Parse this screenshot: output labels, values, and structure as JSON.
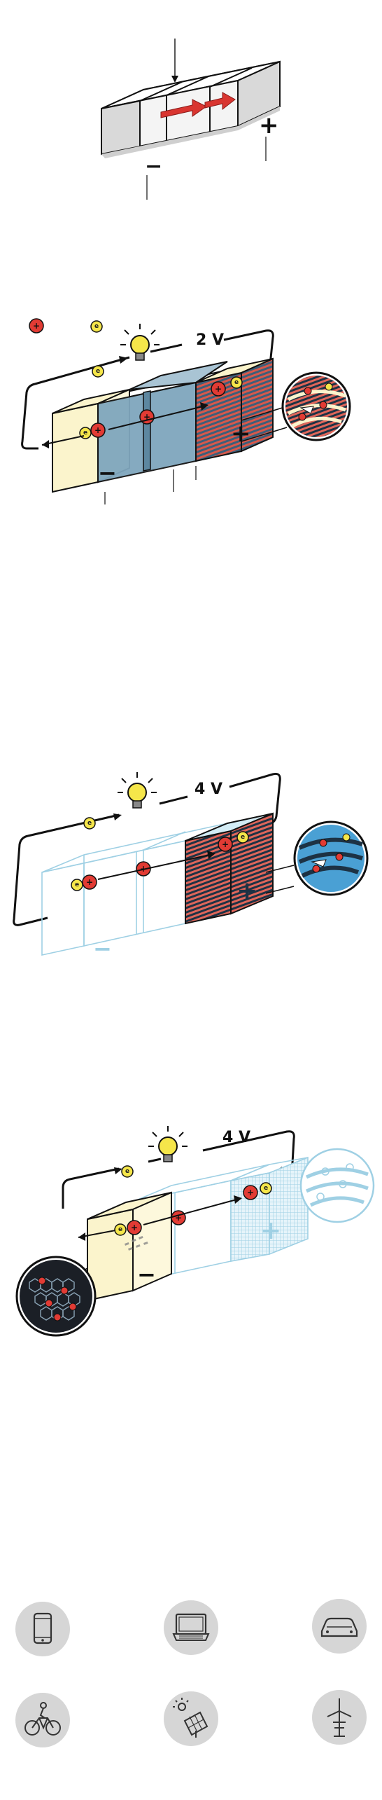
{
  "diagrams": [
    {
      "id": "cell-overview",
      "negative_sign": "−",
      "positive_sign": "+"
    },
    {
      "id": "cell-2v",
      "voltage_label": "2 V",
      "electron_symbol": "e",
      "ion_symbol": "+",
      "negative_sign": "−",
      "positive_sign": "+"
    },
    {
      "id": "cell-4v-a",
      "voltage_label": "4 V",
      "electron_symbol": "e",
      "ion_symbol": "+",
      "negative_sign": "−",
      "positive_sign": "+"
    },
    {
      "id": "cell-4v-b",
      "voltage_label": "4 V",
      "electron_symbol": "e",
      "ion_symbol": "+",
      "negative_sign": "−",
      "positive_sign": "+"
    }
  ],
  "icons": [
    {
      "name": "smartphone-icon"
    },
    {
      "name": "laptop-icon"
    },
    {
      "name": "car-icon"
    },
    {
      "name": "e-bike-icon"
    },
    {
      "name": "solar-panel-icon"
    },
    {
      "name": "wind-turbine-icon"
    }
  ],
  "colors": {
    "ion_red": "#e23b34",
    "electron_yellow": "#f5e64a",
    "electrolyte_blue": "#7fa6bd",
    "anode_cream": "#fbf4cc",
    "outline_blue": "#9fd0e4",
    "grey_box": "#d9d9d9",
    "icon_bg": "#d6d6d6"
  }
}
